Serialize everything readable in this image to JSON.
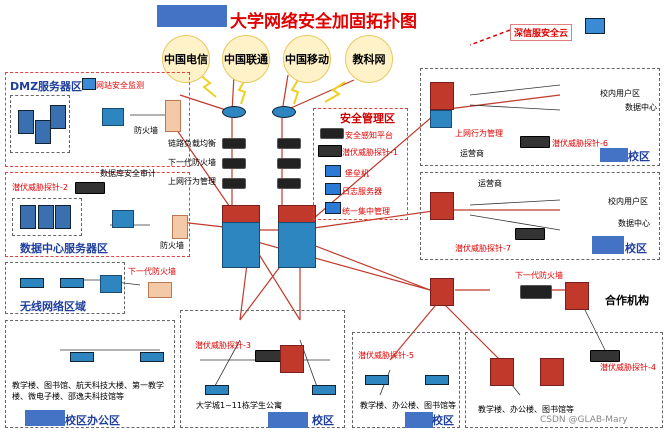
{
  "title": "大学网络安全加固拓扑图",
  "cloud_service": "深信服安全云",
  "isps": [
    "中国电信",
    "中国联通",
    "中国移动",
    "教科网"
  ],
  "zones": {
    "dmz": "DMZ服务器区",
    "datacenter": "数据中心服务器区",
    "wireless": "无线网络区域",
    "mgmt": "安全管理区",
    "campus_office": "校区办公区",
    "campus_right1": "校区",
    "campus_right2": "校区",
    "campus_bottom_mid": "校区",
    "campus_bottom2": "校区",
    "partner": "合作机构"
  },
  "labels": {
    "web_monitor": "网站安全监测",
    "firewall": "防火墙",
    "firewall2": "防火墙",
    "lb": "链路负载均衡",
    "ngfw": "下一代防火墙",
    "behavior_mgmt": "上网行为管理",
    "db_audit": "数据库安全审计",
    "probe2": "潜伏威胁探针-2",
    "wireless_fw": "下一代防火墙",
    "partner_fw": "下一代防火墙",
    "sec_platform": "安全感知平台",
    "probe1": "潜伏威胁探针-1",
    "bastion": "堡垒机",
    "log_server": "日志服务器",
    "central_mgmt": "统一集中管理",
    "campus_users": "校内用户区",
    "data_center": "数据中心",
    "right_behavior": "上网行为管理",
    "ops1": "运营商",
    "probe6": "潜伏威胁探针-6",
    "ops2": "运营商",
    "campus_users2": "校内用户区",
    "data_center2": "数据中心",
    "probe7": "潜伏威胁探针-7",
    "probe3": "潜伏威胁探针-3",
    "dorm": "大学城1~11栋学生公寓",
    "probe5": "潜伏威胁探针-5",
    "probe4": "潜伏威胁探针-4",
    "bottom_left_text": "教学楼、图书馆、航天科技大楼、第一教学楼、微电子楼、邵逸夫科技馆等",
    "bottom_mid_text": "教学楼、办公楼、图书馆等",
    "bottom_right_text": "教学楼、办公楼、图书馆等",
    "watermark": "CSDN @GLAB-Mary"
  }
}
